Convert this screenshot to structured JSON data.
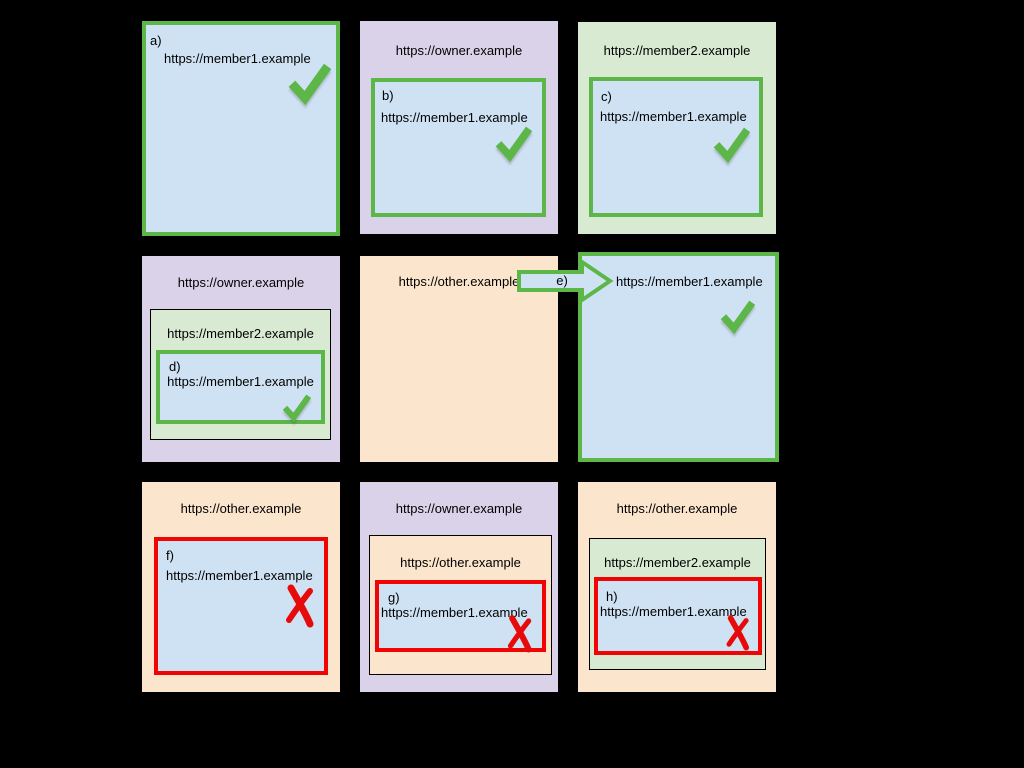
{
  "panels": {
    "a": {
      "label": "a)",
      "frame_url": "https://member1.example",
      "result": "allowed"
    },
    "b": {
      "label": "b)",
      "top_url": "https://owner.example",
      "frame_url": "https://member1.example",
      "result": "allowed"
    },
    "c": {
      "label": "c)",
      "top_url": "https://member2.example",
      "frame_url": "https://member1.example",
      "result": "allowed"
    },
    "d": {
      "label": "d)",
      "top_url": "https://owner.example",
      "mid_url": "https://member2.example",
      "frame_url": "https://member1.example",
      "result": "allowed"
    },
    "e": {
      "label": "e)",
      "from_url": "https://other.example",
      "to_url": "https://member1.example",
      "result": "allowed"
    },
    "f": {
      "label": "f)",
      "top_url": "https://other.example",
      "frame_url": "https://member1.example",
      "result": "blocked"
    },
    "g": {
      "label": "g)",
      "top_url": "https://owner.example",
      "mid_url": "https://other.example",
      "frame_url": "https://member1.example",
      "result": "blocked"
    },
    "h": {
      "label": "h)",
      "top_url": "https://other.example",
      "mid_url": "https://member2.example",
      "frame_url": "https://member1.example",
      "result": "blocked"
    }
  },
  "icons": {
    "allowed": "checkmark-icon",
    "blocked": "cross-icon",
    "navigation": "arrow-icon"
  },
  "colors": {
    "page_bg": "#000000",
    "member1_fill": "#cfe2f3",
    "owner_fill": "#d9d2e9",
    "member2_fill": "#d9ead3",
    "other_fill": "#fce5cd",
    "allowed_green": "#5cb648",
    "blocked_red": "#f00504"
  }
}
